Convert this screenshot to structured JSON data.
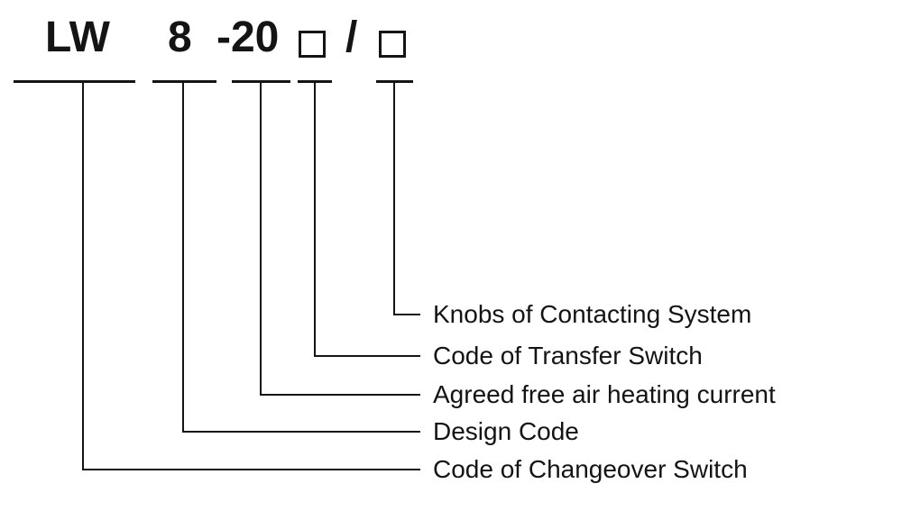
{
  "model_code": {
    "prefix": "LW",
    "design_code": "8",
    "current_code": "-20",
    "separator": "/",
    "placeholder_symbol": "□"
  },
  "labels": {
    "knobs": "Knobs of Contacting System",
    "transfer": "Code of Transfer Switch",
    "heating_current": "Agreed free air heating current",
    "design": "Design Code",
    "changeover": "Code of Changeover Switch"
  },
  "colors": {
    "ink": "#141414",
    "background": "#ffffff"
  }
}
